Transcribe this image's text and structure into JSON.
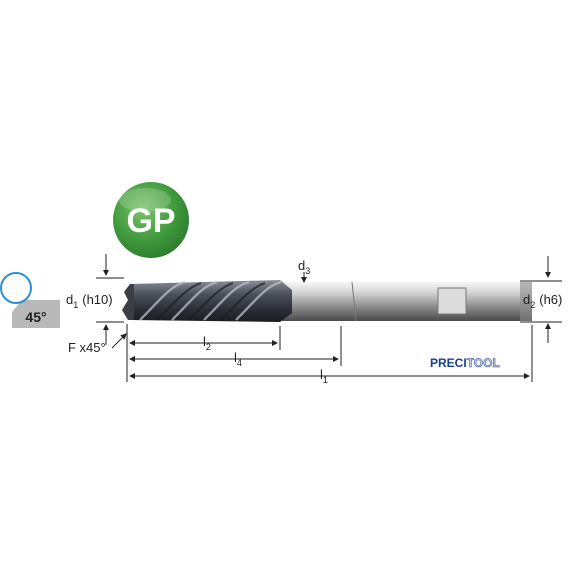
{
  "badge": {
    "text": "GP",
    "color": "#3f9a3c"
  },
  "chamfer_icon": {
    "label": "45°"
  },
  "labels": {
    "d1_main": "d",
    "d1_sub": "1",
    "d1_tol": "(h10)",
    "d2_main": "d",
    "d2_sub": "2",
    "d2_tol": "(h6)",
    "d3_main": "d",
    "d3_sub": "3",
    "l1_main": "l",
    "l1_sub": "1",
    "l2_main": "l",
    "l2_sub": "2",
    "l4_main": "l",
    "l4_sub": "4",
    "chamfer": "F x45°"
  },
  "brand": {
    "part1": "PRECI",
    "part2": "TOOL",
    "color1": "#1d3f8f",
    "color2": "#c9d1e6"
  }
}
